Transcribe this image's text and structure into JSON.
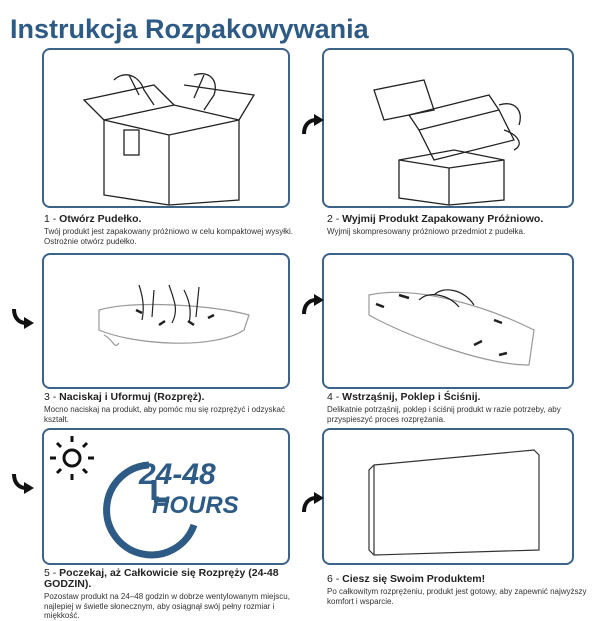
{
  "title": "Instrukcja Rozpakowywania",
  "steps": [
    {
      "num": "1 - ",
      "heading": "Otwórz Pudełko.",
      "text": "Twój produkt jest zapakowany próżniowo w celu kompaktowej wysyłki. Ostrożnie otwórz pudełko."
    },
    {
      "num": "2 - ",
      "heading": "Wyjmij Produkt Zapakowany Próżniowo.",
      "text": "Wyjmij skompresowany próżniowo przedmiot z pudełka."
    },
    {
      "num": "3 - ",
      "heading": "Naciskaj i Uformuj (Rozpręż).",
      "text": "Mocno naciskaj na produkt, aby pomóc mu się rozprężyć i odzyskać kształt."
    },
    {
      "num": "4 - ",
      "heading": "Wstrząśnij, Poklep i Ściśnij.",
      "text": "Delikatnie potrząśnij, poklep i ściśnij produkt w razie potrzeby, aby przyspieszyć proces rozprężania."
    },
    {
      "num": "5 - ",
      "heading": "Poczekaj, aż Całkowicie się Rozpręży (24-48 GODZIN).",
      "text": "Pozostaw produkt na 24–48 godzin w dobrze wentylowanym miejscu, najlepiej w świetle słonecznym, aby osiągnął swój pełny rozmiar i miękkość."
    },
    {
      "num": "6 - ",
      "heading": "Ciesz się Swoim Produktem!",
      "text": "Po całkowitym rozprężeniu, produkt jest gotowy, aby zapewnić najwyższy komfort i wsparcie."
    }
  ],
  "hours_badge": {
    "range": "24-48",
    "unit": "HOURS"
  },
  "colors": {
    "accent": "#2e5a86",
    "panel_border": "#3d6388"
  },
  "icons": [
    "curved-arrow-icon",
    "sun-icon",
    "clock-icon"
  ]
}
